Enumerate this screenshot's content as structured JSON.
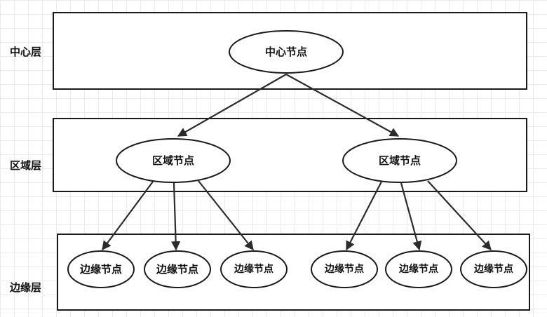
{
  "layers": {
    "center": "中心层",
    "region": "区域层",
    "edge": "边缘层"
  },
  "nodes": {
    "center": "中心节点",
    "region_left": "区域节点",
    "region_right": "区域节点",
    "edge_1": "边缘节点",
    "edge_2": "边缘节点",
    "edge_3": "边缘节点",
    "edge_4": "边缘节点",
    "edge_5": "边缘节点",
    "edge_6": "边缘节点"
  },
  "colors": {
    "stroke": "#1a1a1a",
    "grid": "#ebebeb"
  }
}
